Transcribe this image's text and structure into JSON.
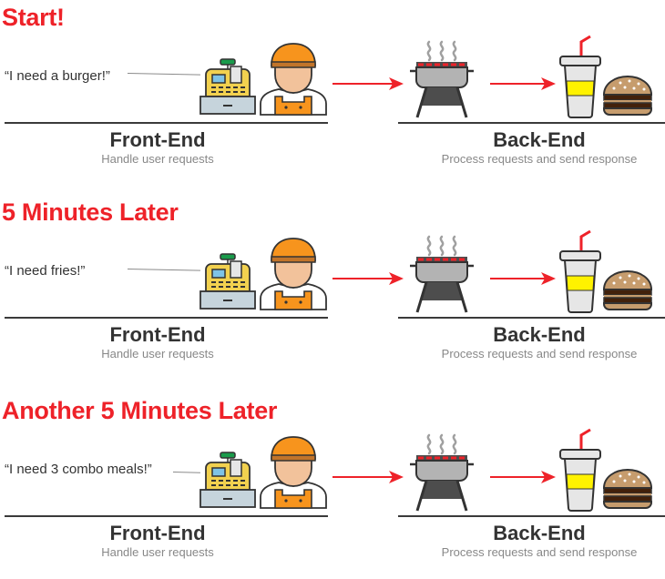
{
  "colors": {
    "accent_red": "#ee2229",
    "text_dark": "#333333",
    "text_muted": "#888888",
    "register_yellow": "#f2d14f",
    "register_base": "#c6d4dc",
    "register_screen": "#7ec3e6",
    "register_button": "#1a9b4b",
    "cap_orange": "#f7941d",
    "skin": "#f2c29b",
    "grill_body": "#b3b3b3",
    "grill_stand": "#4d4d4d",
    "cup": "#e6e6e6",
    "drink": "#fff200",
    "bun": "#c69c6d",
    "patty": "#42210b"
  },
  "scenes": [
    {
      "title": "Start!",
      "quote": "“I need a burger!”",
      "front": {
        "label": "Front-End",
        "sub": "Handle user requests"
      },
      "back": {
        "label": "Back-End",
        "sub": "Process requests and send response"
      }
    },
    {
      "title": "5 Minutes Later",
      "quote": "“I need fries!”",
      "front": {
        "label": "Front-End",
        "sub": "Handle user requests"
      },
      "back": {
        "label": "Back-End",
        "sub": "Process requests and send response"
      }
    },
    {
      "title": "Another 5 Minutes Later",
      "quote": "“I need 3 combo meals!”",
      "front": {
        "label": "Front-End",
        "sub": "Handle user requests"
      },
      "back": {
        "label": "Back-End",
        "sub": "Process requests and send response"
      }
    }
  ],
  "icons": [
    "cash-register-icon",
    "cashier-icon",
    "arrow-right-icon",
    "grill-icon",
    "soda-cup-icon",
    "burger-icon"
  ]
}
